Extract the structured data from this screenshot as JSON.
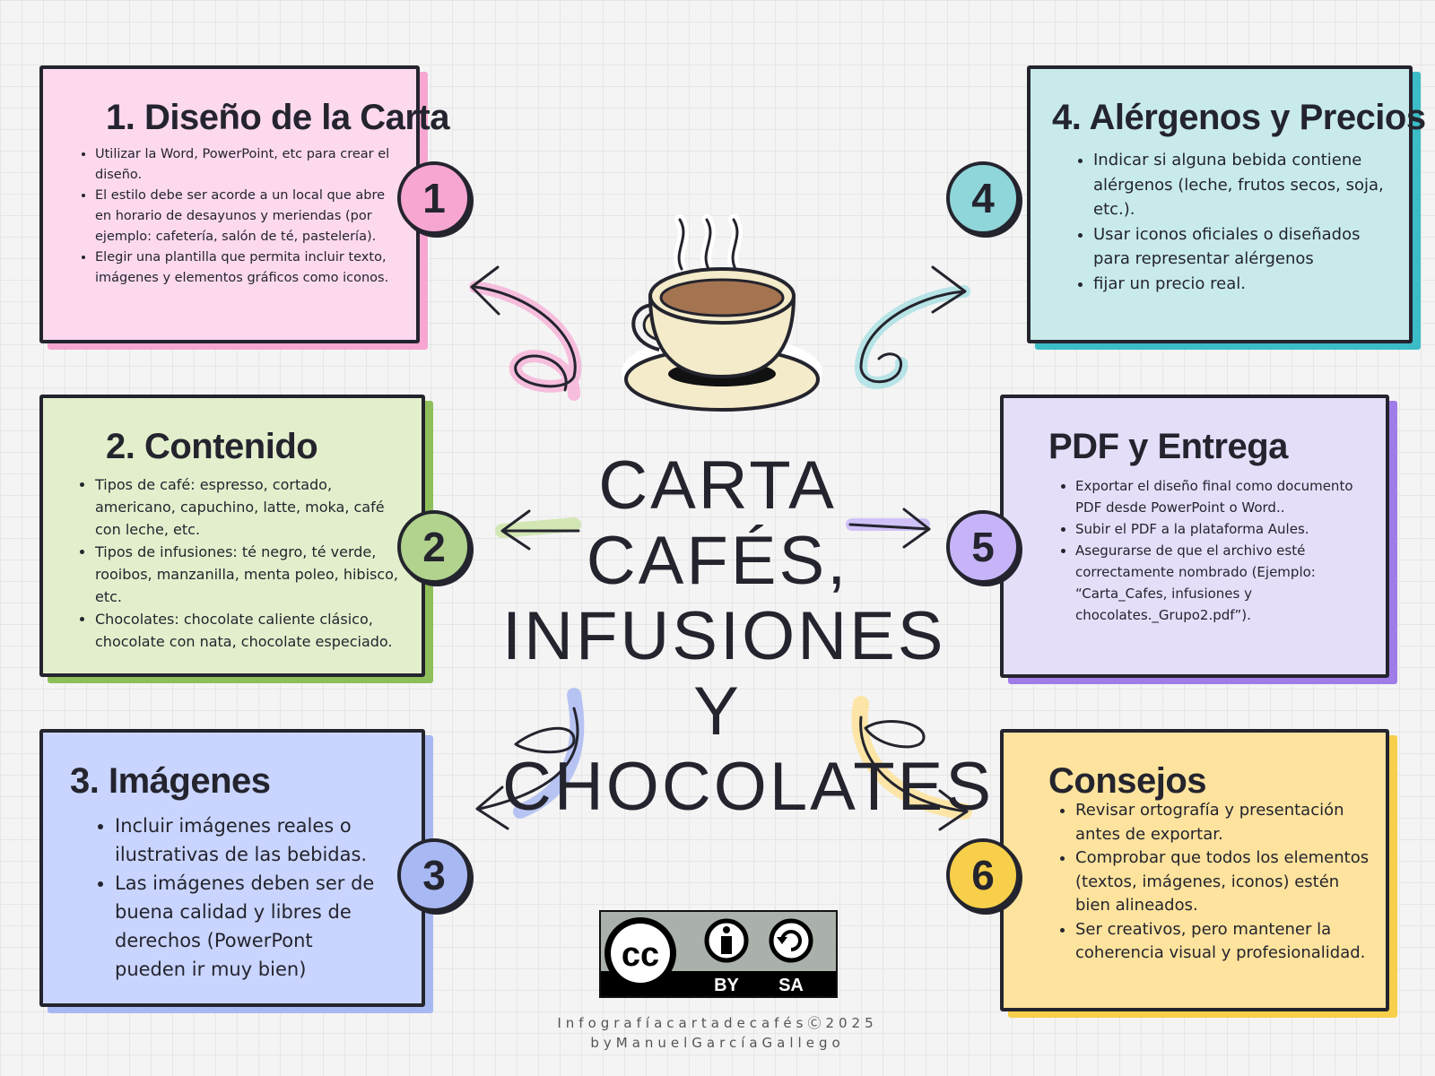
{
  "main_title": [
    "CARTA CAFÉS,",
    "INFUSIONES Y",
    "CHOCOLATES"
  ],
  "sections": [
    {
      "number": "1",
      "title": "1. Diseño de la Carta",
      "items": [
        "Utilizar la Word, PowerPoint, etc para crear el diseño.",
        "El estilo debe ser acorde a un local que abre en horario de desayunos y meriendas (por ejemplo: cafetería, salón de té, pastelería).",
        "Elegir una plantilla que permita incluir texto, imágenes y elementos gráficos como iconos."
      ]
    },
    {
      "number": "2",
      "title": "2. Contenido",
      "items": [
        "Tipos de café: espresso, cortado, americano, capuchino, latte, moka, café con leche, etc.",
        "Tipos de infusiones: té negro, té verde, rooibos, manzanilla, menta poleo, hibisco, etc.",
        "Chocolates: chocolate caliente clásico, chocolate con nata, chocolate especiado."
      ]
    },
    {
      "number": "3",
      "title": "3. Imágenes",
      "items": [
        "Incluir imágenes reales o ilustrativas de las bebidas.",
        "Las imágenes deben ser de buena calidad y libres de derechos (PowerPont pueden ir muy bien)"
      ]
    },
    {
      "number": "4",
      "title": "4. Alérgenos y Precios",
      "items": [
        "Indicar si alguna bebida contiene alérgenos (leche, frutos secos, soja, etc.).",
        "Usar iconos oficiales o diseñados para representar alérgenos",
        "fijar un precio real."
      ]
    },
    {
      "number": "5",
      "title": "PDF y Entrega",
      "items": [
        "Exportar el diseño final como documento PDF desde PowerPoint o Word..",
        "Subir el PDF a la plataforma Aules.",
        "Asegurarse de que el archivo esté correctamente nombrado (Ejemplo: “Carta_Cafes, infusiones y chocolates._Grupo2.pdf”)."
      ]
    },
    {
      "number": "6",
      "title": "Consejos",
      "items": [
        "Revisar ortografía y presentación antes de exportar.",
        "Comprobar que todos los elementos (textos, imágenes, iconos) estén bien alineados.",
        "Ser creativos, pero mantener la coherencia visual y profesionalidad."
      ]
    }
  ],
  "license": {
    "cc": "cc",
    "by": "BY",
    "sa": "SA"
  },
  "credit": [
    "InfografíacartadecafésⒸ2025",
    "byManuelGarcíaGallego"
  ],
  "colors": {
    "pink": "#fdd9ee",
    "green": "#e3efcc",
    "blue": "#c9d5ff",
    "teal": "#c8ebea",
    "lavender": "#e5def9",
    "yellow": "#fde39d",
    "ink": "#24242e",
    "coffee": "#a47451",
    "cup": "#f3ebc9"
  },
  "icons": [
    "coffee-cup-icon",
    "curly-arrow-icon",
    "creative-commons-icon",
    "attribution-icon",
    "share-alike-icon"
  ]
}
